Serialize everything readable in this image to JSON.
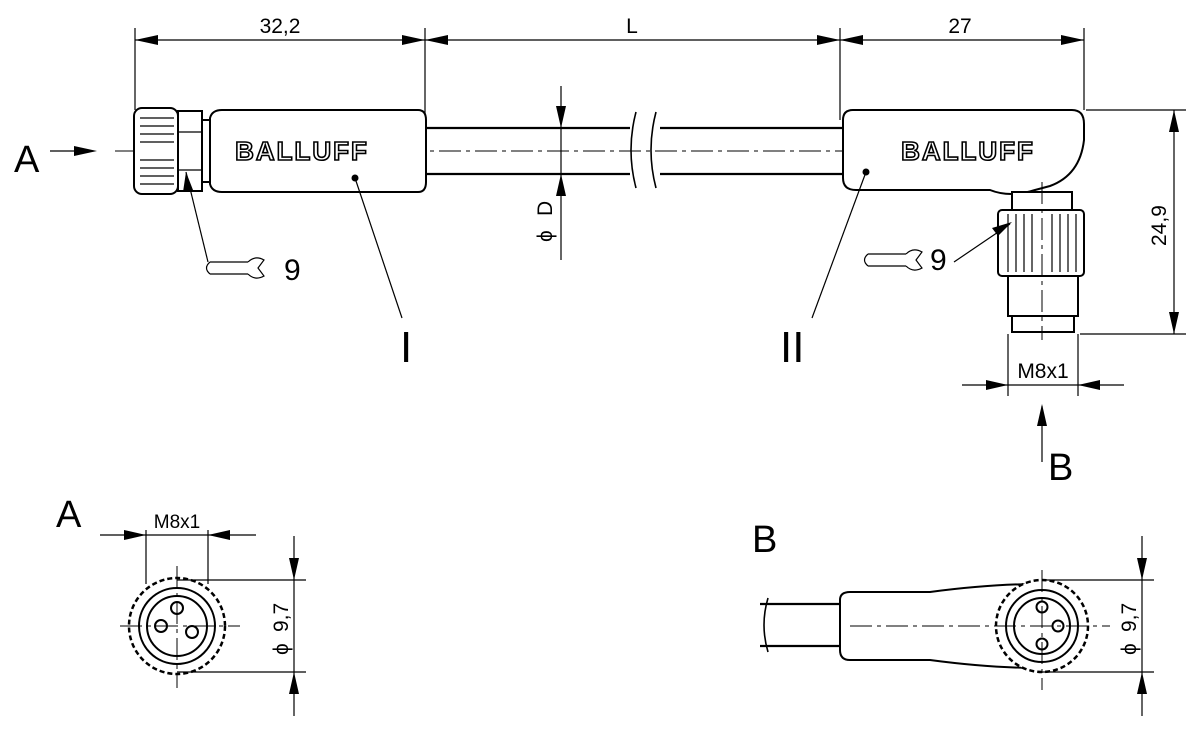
{
  "dimensions": {
    "left_length": "32,2",
    "cable_length": "L",
    "right_length": "27",
    "cable_diameter": "D",
    "height": "24,9",
    "thread_b": "M8x1",
    "thread_a": "M8x1",
    "diameter_a": "9,7",
    "diameter_b": "9,7",
    "wrench_left": "9",
    "wrench_right": "9",
    "diameter_symbol": "ϕ"
  },
  "labels": {
    "view_a_arrow": "A",
    "view_b_arrow": "B",
    "view_a_title": "A",
    "view_b_title": "B",
    "part_one": "I",
    "part_two": "II"
  },
  "brand": {
    "logo_text": "BALLUFF"
  }
}
